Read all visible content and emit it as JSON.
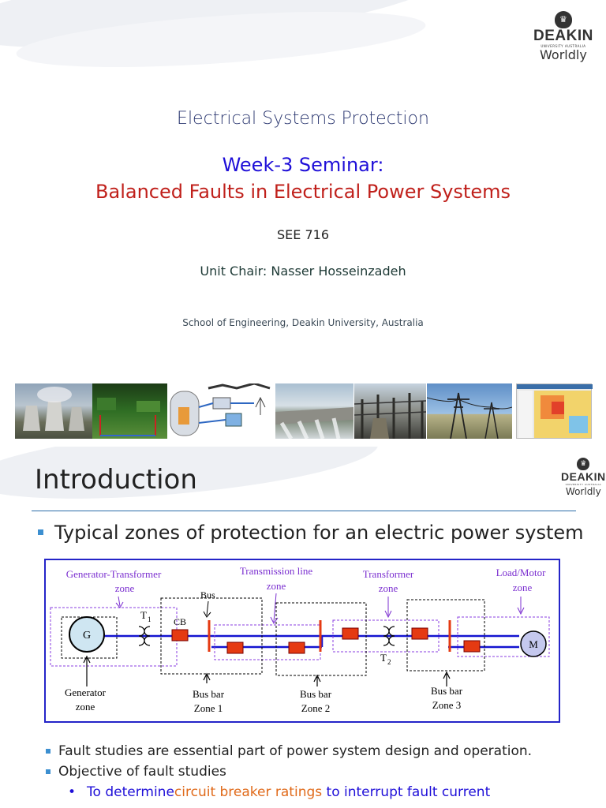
{
  "slide1": {
    "logo": {
      "name": "DEAKIN",
      "sub": "UNIVERSITY AUSTRALIA",
      "tag": "Worldly"
    },
    "course": "Electrical Systems Protection",
    "week": "Week-3 Seminar:",
    "subtitle": "Balanced Faults in Electrical Power Systems",
    "code": "SEE 716",
    "chair": "Unit Chair: Nasser Hosseinzadeh",
    "school": "School of Engineering, Deakin University, Australia"
  },
  "slide2": {
    "logo": {
      "name": "DEAKIN",
      "sub": "UNIVERSITY AUSTRALIA",
      "tag": "Worldly"
    },
    "heading": "Introduction",
    "bullet_main": "Typical zones of protection for an electric power system",
    "diagram": {
      "gen_tx_zone": [
        "Generator-Transformer",
        "zone"
      ],
      "tline_zone": [
        "Transmission line",
        "zone"
      ],
      "tx_zone": [
        "Transformer",
        "zone"
      ],
      "load_zone": [
        "Load/Motor",
        "zone"
      ],
      "bus": "Bus",
      "cb": "CB",
      "t1": "T",
      "t1_sub": "1",
      "t2": "T",
      "t2_sub": "2",
      "gen": "G",
      "motor": "M",
      "gen_zone": [
        "Generator",
        "zone"
      ],
      "busbar1": [
        "Bus bar",
        "Zone 1"
      ],
      "busbar2": [
        "Bus bar",
        "Zone 2"
      ],
      "busbar3": [
        "Bus bar",
        "Zone 3"
      ]
    },
    "bullets": [
      "Fault studies are essential part of power system design and operation.",
      "Objective of fault studies"
    ],
    "sub_bullet": {
      "before": "To determine ",
      "highlight": "circuit breaker ratings",
      "after": " to interrupt fault current"
    }
  },
  "colors": {
    "heading_blue": "#2e3a72",
    "week_blue": "#1f0fd8",
    "subtitle_red": "#c0201b",
    "bullet_blue": "#3c8fd0",
    "zone_purple": "#7b2fd0",
    "highlight_orange": "#e06a1a"
  }
}
